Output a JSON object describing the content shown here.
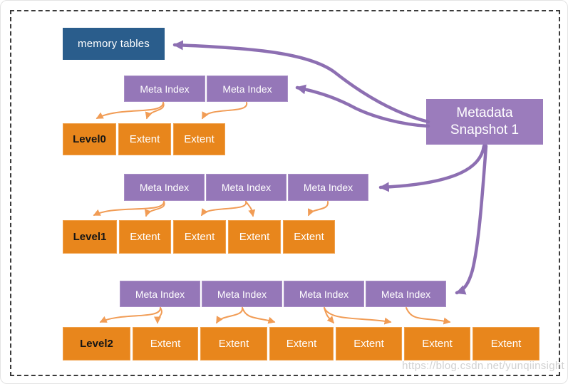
{
  "diagram": {
    "memory_tables_label": "memory tables",
    "snapshot": {
      "line1": "Metadata",
      "line2": "Snapshot 1"
    },
    "levels": [
      {
        "name": "Level0",
        "meta_indexes": [
          "Meta Index",
          "Meta Index"
        ],
        "extents": [
          "Extent",
          "Extent"
        ]
      },
      {
        "name": "Level1",
        "meta_indexes": [
          "Meta Index",
          "Meta Index",
          "Meta Index"
        ],
        "extents": [
          "Extent",
          "Extent",
          "Extent",
          "Extent"
        ]
      },
      {
        "name": "Level2",
        "meta_indexes": [
          "Meta Index",
          "Meta Index",
          "Meta Index",
          "Meta Index"
        ],
        "extents": [
          "Extent",
          "Extent",
          "Extent",
          "Extent",
          "Extent",
          "Extent"
        ]
      }
    ],
    "watermark": "https://blog.csdn.net/yunqiinsight",
    "colors": {
      "memory_tables_bg": "#2a5d8c",
      "meta_index_bg": "#9577b8",
      "extent_bg": "#e8861c",
      "snapshot_bg": "#9b7cbc",
      "purple_arrow": "#8d6fb2",
      "orange_arrow": "#f19c55",
      "dashed_border": "#3a3a3a",
      "watermark_text": "#c9c9c9"
    }
  }
}
